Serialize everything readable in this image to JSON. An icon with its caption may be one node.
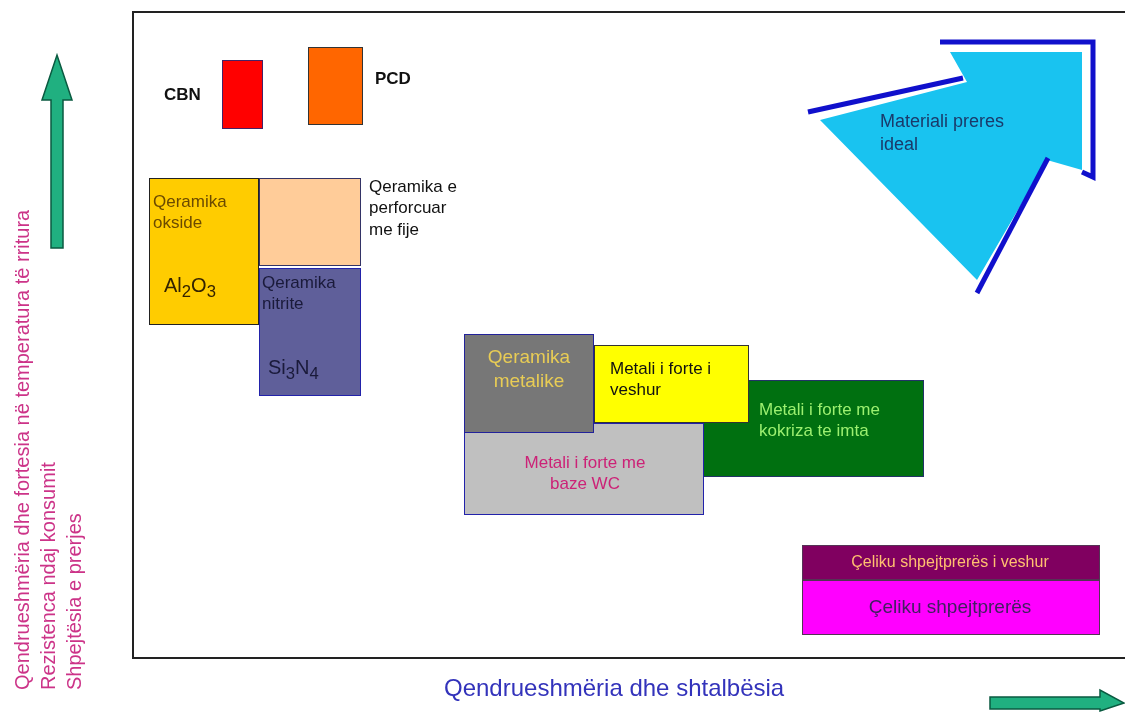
{
  "diagram": {
    "nodes": [
      {
        "text": [
          "CBN"
        ]
      },
      {
        "text": [
          "PCD"
        ]
      },
      {
        "text": [
          "Qeramika e perforcuar me fije"
        ]
      },
      {
        "text": [
          "Qeramika okside",
          "Al$_{2}$O$_{3}$"
        ]
      },
      {
        "text": [
          "Qeramika nitrite",
          "Si$_{3}$N$_{4}$"
        ]
      },
      {
        "text": [
          "Qeramika metalike"
        ]
      },
      {
        "text": [
          "Metali i forte i veshur"
        ]
      },
      {
        "text": [
          "Metali i forte me kokriza te imta"
        ]
      },
      {
        "text": [
          "Metali i forte me baze WC"
        ]
      },
      {
        "text": [
          "Çeliku shpejtprerës i veshur"
        ]
      },
      {
        "text": [
          "Çeliku shpejtprerës"
        ]
      },
      {
        "text": [
          "Materiali preres ideal"
        ]
      }
    ],
    "labels": [
      "Qendrueshmëria dhe fortesia në temperatura të rritura",
      "Rezistenca ndaj konsumit",
      "Shpejtësia e prerjes",
      "Qendrueshmëria dhe shtalbësia"
    ]
  }
}
